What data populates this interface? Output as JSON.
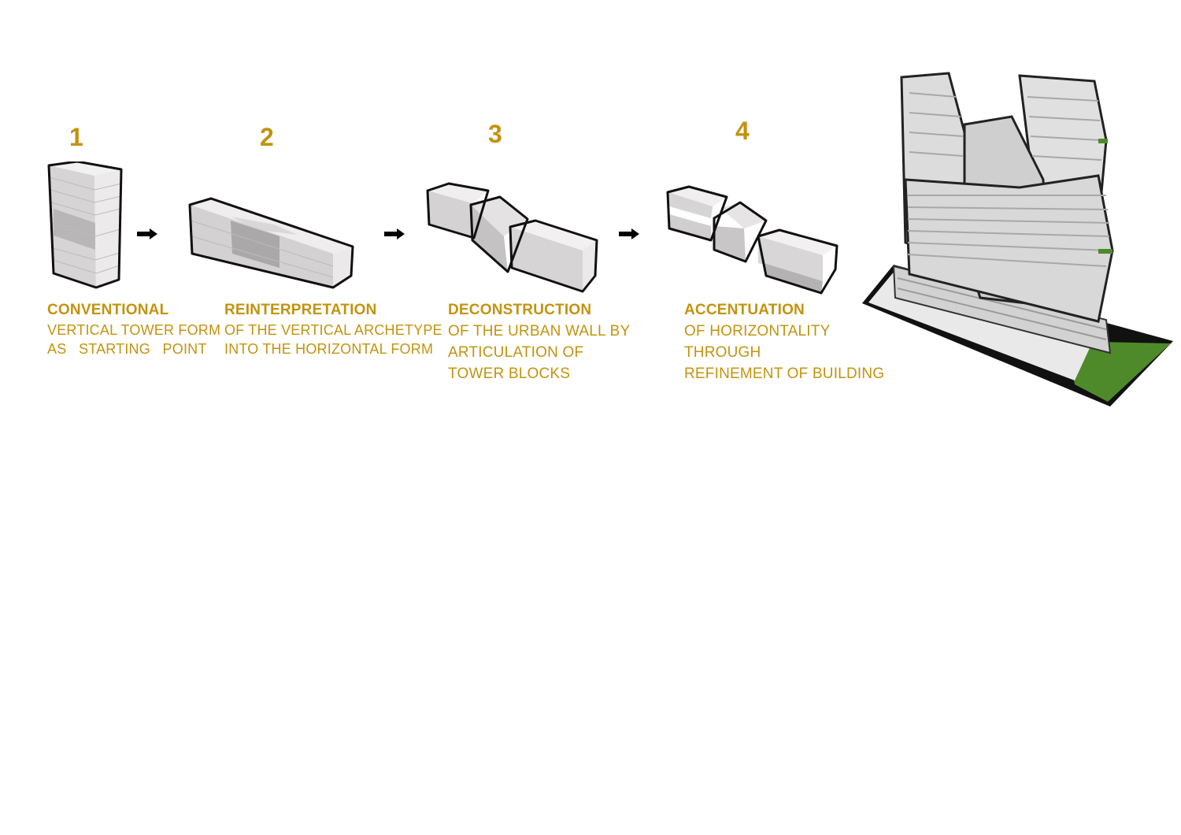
{
  "colors": {
    "accent": "#c3930f",
    "outline": "#111111",
    "face_light": "#eeecec",
    "face_mid": "#cfcdcd",
    "face_dark": "#b2b0b0",
    "grass": "#4f8a2a"
  },
  "steps": [
    {
      "number": "1",
      "title": "CONVENTIONAL",
      "lines": [
        "VERTICAL TOWER FORM",
        "AS   STARTING   POINT"
      ]
    },
    {
      "number": "2",
      "title": "REINTERPRETATION",
      "lines": [
        "OF THE VERTICAL ARCHETYPE",
        "INTO THE HORIZONTAL FORM"
      ]
    },
    {
      "number": "3",
      "title": "DECONSTRUCTION",
      "lines": [
        "OF THE URBAN WALL BY",
        "ARTICULATION OF",
        "TOWER BLOCKS"
      ]
    },
    {
      "number": "4",
      "title": "ACCENTUATION",
      "lines": [
        "OF HORIZONTALITY",
        "THROUGH",
        "REFINEMENT OF BUILDING"
      ]
    }
  ],
  "arrow_icon": "right-arrow"
}
